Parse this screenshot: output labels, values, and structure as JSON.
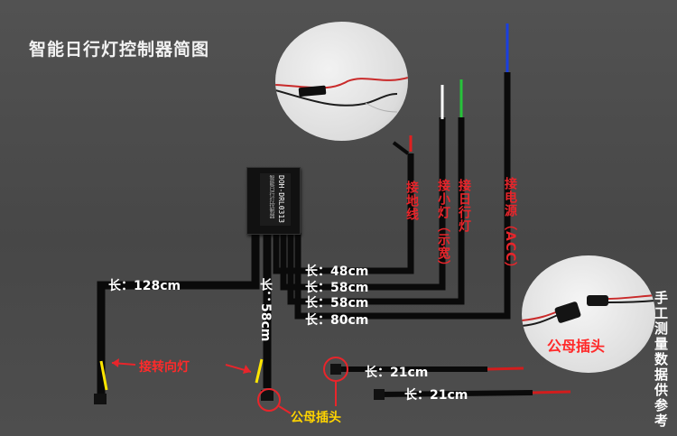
{
  "title": "智能日行灯控制器简图",
  "controller": {
    "model": "DOH-DRL0313",
    "subtitle": "智能日行灯控制器"
  },
  "wire_labels": {
    "left": "长：128cm",
    "down": "长：58cm",
    "w48": "长：48cm",
    "w58a": "长：58cm",
    "w58b": "长：58cm",
    "w80": "长：80cm",
    "w21a": "长：21cm",
    "w21b": "长：21cm"
  },
  "function_labels": {
    "ground": "接地线",
    "small_light": "接小灯（示宽）",
    "drl": "接日行灯",
    "acc": "接电源（ACC）"
  },
  "callouts": {
    "turn_signal": "接转向灯",
    "connector_bottom": "公母插头",
    "connector_photo": "公母插头",
    "note": "手工测量数据供参考"
  },
  "colors": {
    "background": "#4a4a4a",
    "wire": "#0a0a0a",
    "label_red": "#e8252b",
    "wire_yellow": "#ffe600",
    "wire_blue": "#1a3fe0",
    "wire_green": "#27c33a"
  }
}
